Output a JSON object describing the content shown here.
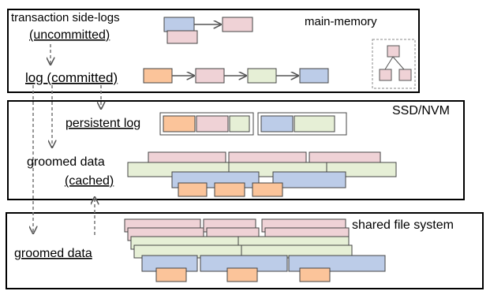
{
  "tiers": {
    "memory": {
      "title": "main-memory",
      "side_logs_line1": "transaction side-logs",
      "side_logs_line2": "(uncommitted)",
      "log_committed": "log (committed)"
    },
    "storage": {
      "title": "SSD/NVM",
      "persistent_log": "persistent log",
      "groomed_line1": "groomed data",
      "groomed_line2": "(cached)"
    },
    "shared": {
      "title": "shared file system",
      "groomed": "groomed data"
    }
  },
  "colors": {
    "orange": "#fbc49a",
    "pink": "#efd2d6",
    "green": "#e6efd6",
    "blue": "#bccce8",
    "border": "#444444"
  }
}
